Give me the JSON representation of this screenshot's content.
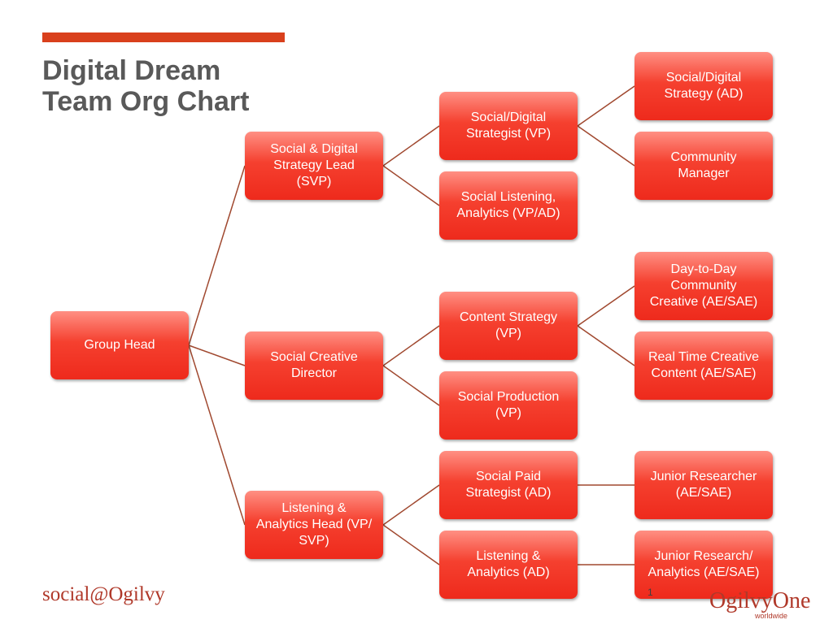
{
  "title": [
    "Digital Dream",
    "Team Org Chart"
  ],
  "colors": {
    "accent_bar": "#d9401c",
    "node_fill": "#f5402f",
    "connector": "#a0482f",
    "title_text": "#595959"
  },
  "nodes": {
    "group_head": [
      "Group Head"
    ],
    "strategy_lead": [
      "Social & Digital",
      "Strategy Lead",
      "(SVP)"
    ],
    "creative_director": [
      "Social Creative",
      "Director"
    ],
    "analytics_head": [
      "Listening &",
      "Analytics Head (VP/",
      "SVP)"
    ],
    "digital_strategist": [
      "Social/Digital",
      "Strategist (VP)"
    ],
    "listening_analytics_vp": [
      "Social Listening,",
      "Analytics (VP/AD)"
    ],
    "content_strategy": [
      "Content Strategy",
      "(VP)"
    ],
    "social_production": [
      "Social Production",
      "(VP)"
    ],
    "paid_strategist": [
      "Social Paid",
      "Strategist (AD)"
    ],
    "listening_analytics_ad": [
      "Listening &",
      "Analytics (AD)"
    ],
    "digital_strategy_ad": [
      "Social/Digital",
      "Strategy (AD)"
    ],
    "community_manager": [
      "Community",
      "Manager"
    ],
    "community_creative": [
      "Day-to-Day",
      "Community",
      "Creative (AE/SAE)"
    ],
    "realtime_creative": [
      "Real Time Creative",
      "Content (AE/SAE)"
    ],
    "junior_researcher": [
      "Junior Researcher",
      "(AE/SAE)"
    ],
    "junior_research_analytics": [
      "Junior Research/",
      "Analytics (AE/SAE)"
    ]
  },
  "footer": {
    "left_logo": "social@Ogilvy",
    "right_logo": "OgilvyOne",
    "right_logo_sub": "worldwide",
    "page_number": "1"
  }
}
